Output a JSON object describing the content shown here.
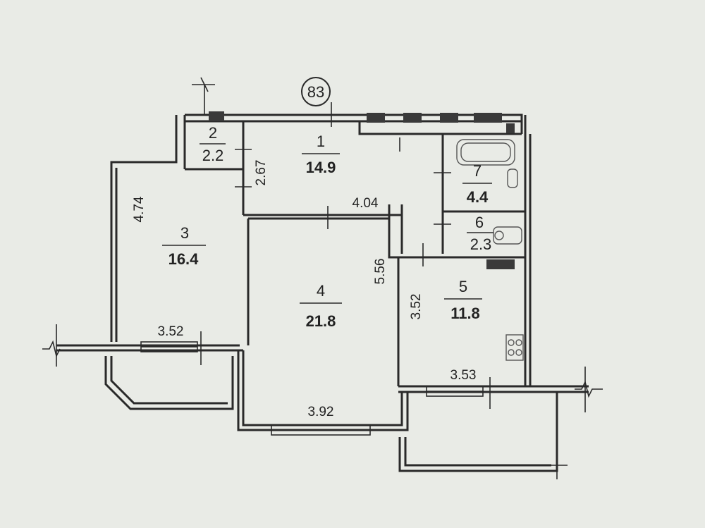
{
  "building_number": "83",
  "rooms": [
    {
      "id": "1",
      "number": "1",
      "area": "14.9"
    },
    {
      "id": "2",
      "number": "2",
      "area": "2.2"
    },
    {
      "id": "3",
      "number": "3",
      "area": "16.4"
    },
    {
      "id": "4",
      "number": "4",
      "area": "21.8"
    },
    {
      "id": "5",
      "number": "5",
      "area": "11.8"
    },
    {
      "id": "6",
      "number": "6",
      "area": "2.3"
    },
    {
      "id": "7",
      "number": "7",
      "area": "4.4"
    }
  ],
  "dimensions": {
    "room1_height": "2.67",
    "room1_width": "4.04",
    "room3_height": "4.74",
    "room3_width": "3.52",
    "room4_height": "5.56",
    "room4_width": "3.92",
    "room5_height": "3.52",
    "room5_width": "3.53"
  }
}
